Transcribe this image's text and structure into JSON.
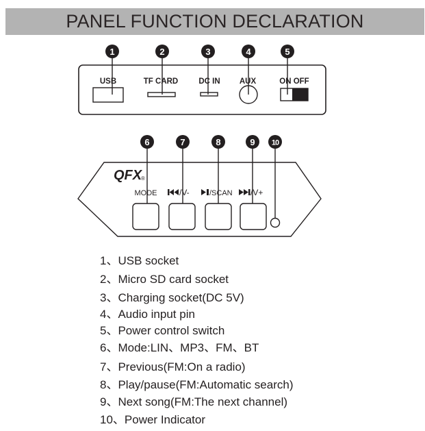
{
  "title": "PANEL FUNCTION DECLARATION",
  "top_panel": {
    "callouts": [
      "1",
      "2",
      "3",
      "4",
      "5"
    ],
    "labels": {
      "usb": "USB",
      "tf_card": "TF CARD",
      "dc_in": "DC IN",
      "aux": "AUX",
      "on_off": "ON OFF"
    }
  },
  "front_panel": {
    "callouts": [
      "6",
      "7",
      "8",
      "9",
      "10"
    ],
    "brand": "QFX",
    "registered": "®",
    "buttons": {
      "mode": "MODE",
      "prev_vol_down": "/V-",
      "play_scan": "/SCAN",
      "next_vol_up": "/V+"
    }
  },
  "legend": [
    "1、USB socket",
    "2、Micro SD card socket",
    "3、Charging  socket(DC 5V)",
    "4、Audio input pin",
    "5、Power control switch",
    "6、Mode:LIN、MP3、FM、BT",
    "7、Previous(FM:On a radio)",
    "8、Play/pause(FM:Automatic search)",
    "9、Next song(FM:The next channel)",
    "10、Power Indicator"
  ]
}
